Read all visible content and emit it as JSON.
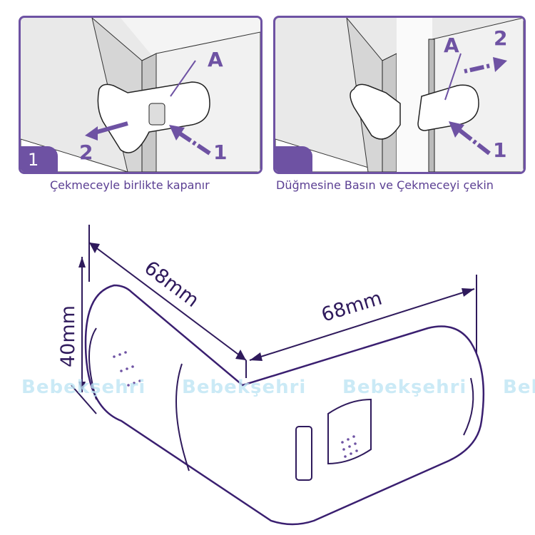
{
  "panels": [
    {
      "step": "1",
      "label_a": "A",
      "arrow_1": "1",
      "arrow_2": "2",
      "caption": "Çekmeceyle birlikte kapanır"
    },
    {
      "step": "",
      "label_a": "A",
      "arrow_1": "1",
      "arrow_2": "2",
      "caption": "Düğmesine Basın ve Çekmeceyi çekin"
    }
  ],
  "dimensions": {
    "height": "40mm",
    "length_1": "68mm",
    "length_2": "68mm"
  },
  "watermark": "Bebekşehri",
  "colors": {
    "accent": "#6e52a3",
    "line": "#2f1a5c",
    "watermark": "#bfe6f5"
  }
}
